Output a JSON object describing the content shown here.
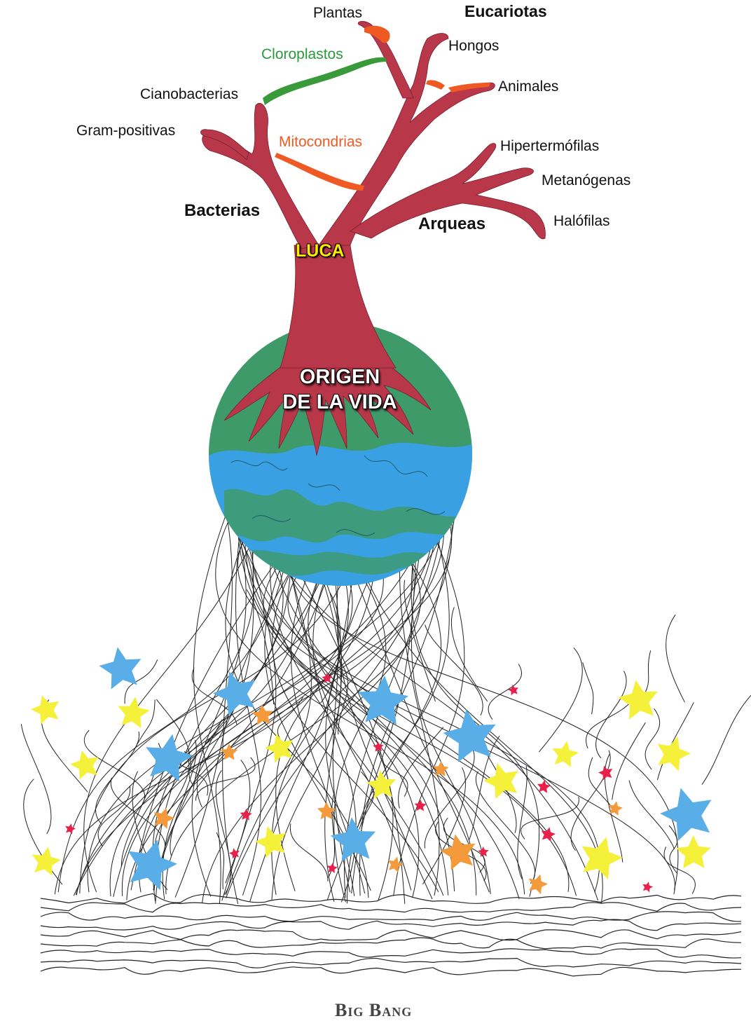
{
  "labels": {
    "plantas": "Plantas",
    "eucariotas": "Eucariotas",
    "hongos": "Hongos",
    "cloroplastos": "Cloroplastos",
    "animales": "Animales",
    "cianobacterias": "Cianobacterias",
    "gram_positivas": "Gram-positivas",
    "mitocondrias": "Mitocondrias",
    "hipertermofilas": "Hipertermófilas",
    "metanogenas": "Metanógenas",
    "bacterias": "Bacterias",
    "arqueas": "Arqueas",
    "halofilas": "Halófilas",
    "luca": "LUCA",
    "origen_line1": "ORIGEN",
    "origen_line2": "DE LA VIDA",
    "big_bang": "Big Bang"
  },
  "colors": {
    "tree": "#b8384a",
    "planet_green": "#3f9a6a",
    "planet_blue": "#3aa0e4",
    "chloroplast": "#3a9a3a",
    "mitochondria": "#ef5a24",
    "star_blue": "#5aaee8",
    "star_yellow": "#f5f03a",
    "star_orange": "#f59a3a",
    "star_red": "#e8204a"
  }
}
